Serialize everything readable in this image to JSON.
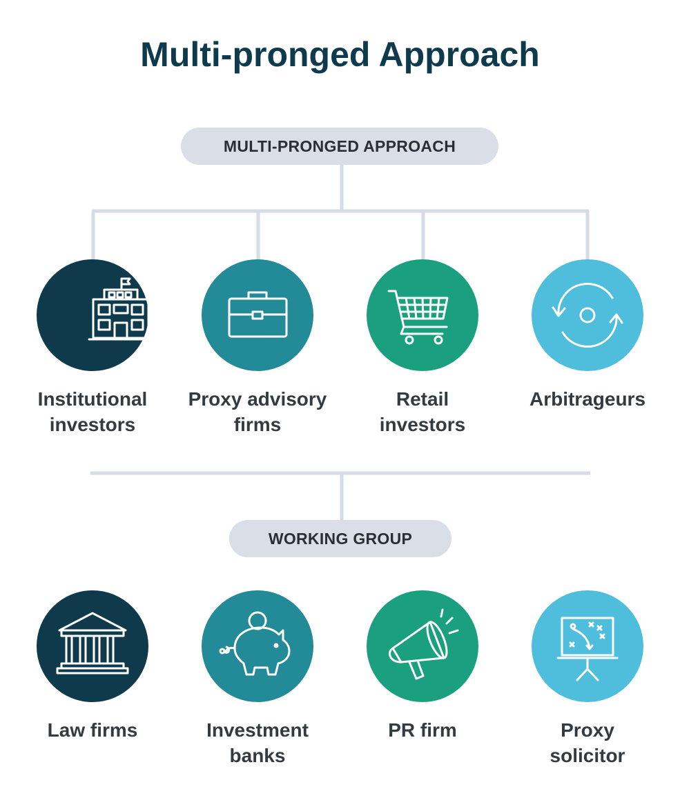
{
  "title": "Multi-pronged Approach",
  "top_group": {
    "label": "MULTI-PRONGED APPROACH",
    "items": [
      {
        "label": "Institutional\ninvestors",
        "icon": "building-icon",
        "color": "#0e3a4c"
      },
      {
        "label": "Proxy advisory\nfirms",
        "icon": "briefcase-icon",
        "color": "#238a98"
      },
      {
        "label": "Retail\ninvestors",
        "icon": "shopping-cart-icon",
        "color": "#1aa07f"
      },
      {
        "label": "Arbitrageurs",
        "icon": "refresh-cycle-icon",
        "color": "#4fbedc"
      }
    ]
  },
  "bottom_group": {
    "label": "WORKING GROUP",
    "items": [
      {
        "label": "Law firms",
        "icon": "courthouse-icon",
        "color": "#0e3a4c"
      },
      {
        "label": "Investment\nbanks",
        "icon": "piggy-bank-icon",
        "color": "#238a98"
      },
      {
        "label": "PR firm",
        "icon": "megaphone-icon",
        "color": "#1aa07f"
      },
      {
        "label": "Proxy\nsolicitor",
        "icon": "strategy-board-icon",
        "color": "#4fbedc"
      }
    ]
  },
  "colors": {
    "title": "#0e3a4d",
    "pill_background": "#d9dee7",
    "connector": "#d6dce5",
    "label_text": "#333a40"
  }
}
